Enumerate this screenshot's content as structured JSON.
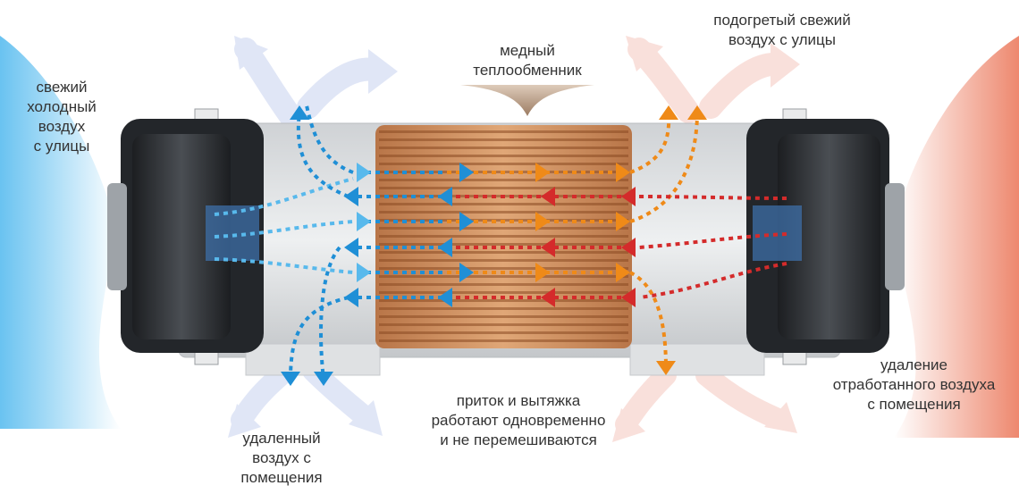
{
  "labels": {
    "fresh_cold": [
      "свежий",
      "холодный",
      "воздух",
      "с улицы"
    ],
    "copper_exchanger": [
      "медный",
      "теплообменник"
    ],
    "heated_fresh": [
      "подогретый свежий",
      "воздух с улицы"
    ],
    "removed_from_room": [
      "удаленный",
      "воздух с",
      "помещения"
    ],
    "simultaneous": [
      "приток и вытяжка",
      "работают одновременно",
      "и не перемешиваются"
    ],
    "exhaust_removal": [
      "удаление",
      "отработанного воздуха",
      "с помещения"
    ]
  },
  "colors": {
    "cold": "#1f8fd6",
    "cold_light": "#58b9ec",
    "warm": "#ef8a18",
    "hot": "#d42b2b",
    "copper": "#c98a58",
    "copper_dark": "#8a4a22",
    "housing": "#e2e4e6",
    "fan_body": "#2f3236",
    "text": "#333333"
  }
}
